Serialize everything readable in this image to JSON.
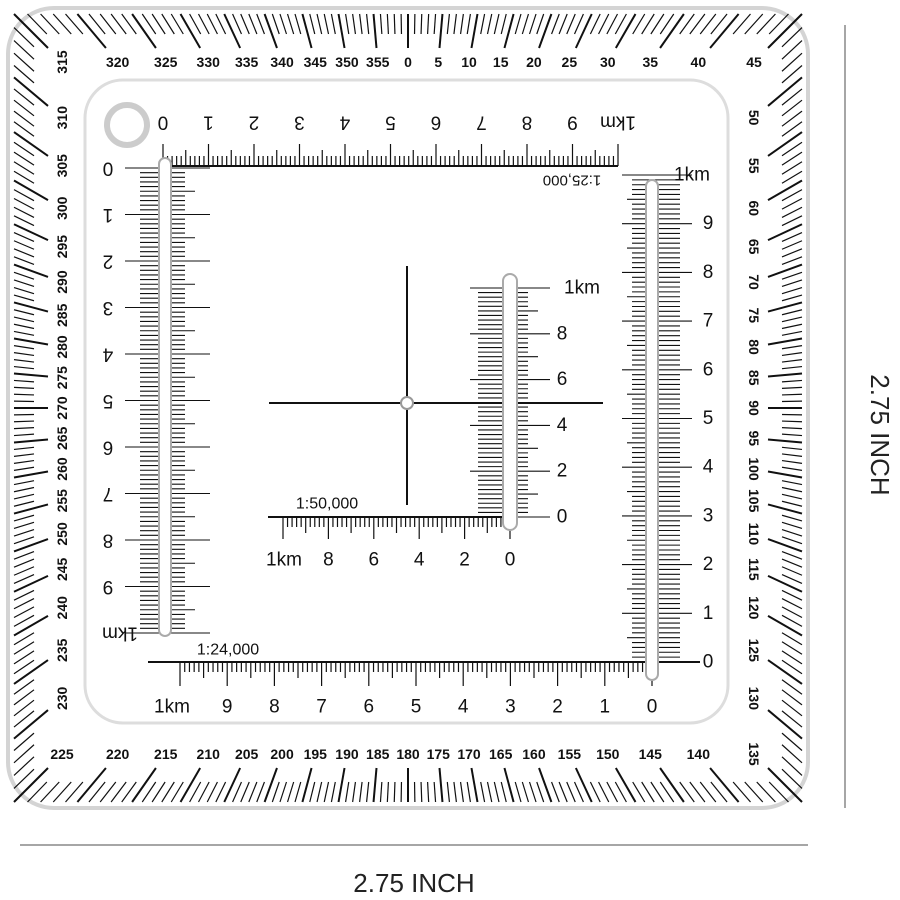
{
  "dimensions": {
    "width_label": "2.75 INCH",
    "height_label": "2.75 INCH"
  },
  "protractor": {
    "labels": [
      "0",
      "5",
      "10",
      "15",
      "20",
      "25",
      "30",
      "35",
      "40",
      "45",
      "50",
      "55",
      "60",
      "65",
      "70",
      "75",
      "80",
      "85",
      "90",
      "95",
      "100",
      "105",
      "110",
      "115",
      "120",
      "125",
      "130",
      "135",
      "140",
      "145",
      "150",
      "155",
      "160",
      "165",
      "170",
      "175",
      "180",
      "185",
      "190",
      "195",
      "200",
      "205",
      "210",
      "215",
      "220",
      "225",
      "230",
      "235",
      "240",
      "245",
      "250",
      "255",
      "260",
      "265",
      "270",
      "275",
      "280",
      "285",
      "290",
      "295",
      "300",
      "305",
      "310",
      "315",
      "320",
      "325",
      "330",
      "335",
      "340",
      "345",
      "350",
      "355"
    ]
  },
  "scales": {
    "top": {
      "name": "1:25,000",
      "labels": [
        "0",
        "1",
        "2",
        "3",
        "4",
        "5",
        "6",
        "7",
        "8",
        "9",
        "1km"
      ]
    },
    "left": {
      "labels": [
        "0",
        "1",
        "2",
        "3",
        "4",
        "5",
        "6",
        "7",
        "8",
        "9",
        "1km"
      ]
    },
    "right": {
      "labels": [
        "0",
        "1",
        "2",
        "3",
        "4",
        "5",
        "6",
        "7",
        "8",
        "9",
        "1km"
      ]
    },
    "bottom": {
      "name": "1:24,000",
      "labels": [
        "0",
        "1",
        "2",
        "3",
        "4",
        "5",
        "6",
        "7",
        "8",
        "9",
        "1km"
      ]
    },
    "inner_vertical": {
      "labels": [
        "0",
        "2",
        "4",
        "6",
        "8",
        "1km"
      ]
    },
    "inner_horizontal": {
      "name": "1:50,000",
      "labels": [
        "0",
        "2",
        "4",
        "6",
        "8",
        "1km"
      ]
    }
  }
}
